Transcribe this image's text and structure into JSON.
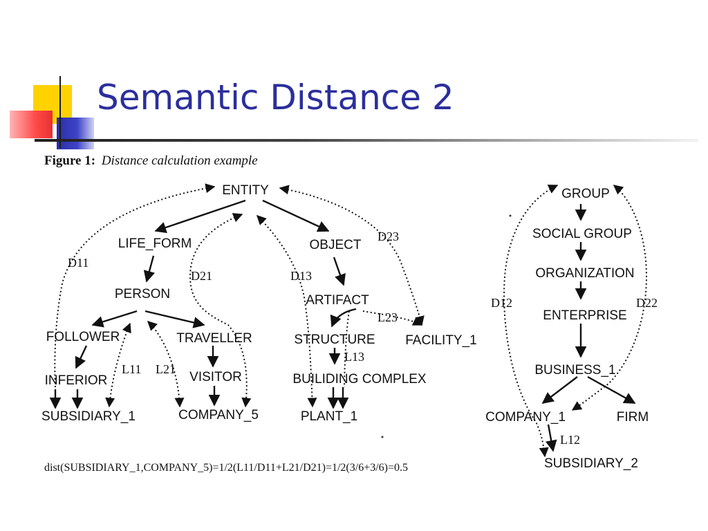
{
  "slide": {
    "title": "Semantic Distance 2"
  },
  "figure": {
    "caption_bold": "Figure 1:",
    "caption_italic": "Distance calculation example",
    "formula": "dist(SUBSIDIARY_1,COMPANY_5)=1/2(L11/D11+L21/D21)=1/2(3/6+3/6)=0.5"
  },
  "nodes": {
    "entity": "ENTITY",
    "life_form": "LIFE_FORM",
    "object": "OBJECT",
    "person": "PERSON",
    "artifact": "ARTIFACT",
    "follower": "FOLLOWER",
    "traveller": "TRAVELLER",
    "structure": "STRUCTURE",
    "facility_1": "FACILITY_1",
    "inferior": "INFERIOR",
    "visitor": "VISITOR",
    "building_complex": "BUILIDING COMPLEX",
    "subsidiary_1": "SUBSIDIARY_1",
    "company_5": "COMPANY_5",
    "plant_1": "PLANT_1",
    "group": "GROUP",
    "social_group": "SOCIAL GROUP",
    "organization": "ORGANIZATION",
    "enterprise": "ENTERPRISE",
    "business_1": "BUSINESS_1",
    "company_1": "COMPANY_1",
    "firm": "FIRM",
    "subsidiary_2": "SUBSIDIARY_2"
  },
  "edge_labels": {
    "d11": "D11",
    "d21": "D21",
    "d13": "D13",
    "d23": "D23",
    "l11": "L11",
    "l21": "L21",
    "l23": "L23",
    "l13": "L13",
    "d12": "D12",
    "d22": "D22",
    "l12": "L12"
  },
  "colors": {
    "title": "#2b2f9c",
    "deco_yellow": "#ffd200",
    "deco_blue": "#2a2fa5",
    "deco_red": "#ff4a4a",
    "ink": "#111111"
  }
}
